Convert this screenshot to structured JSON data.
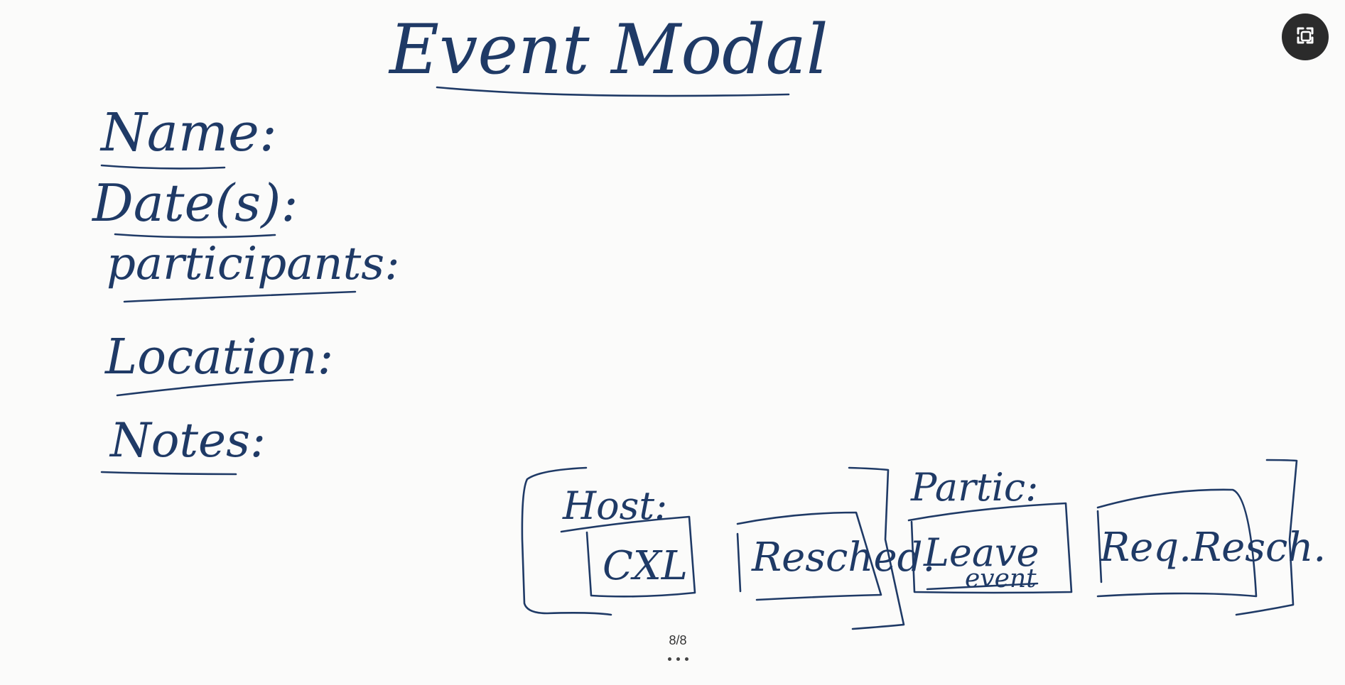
{
  "ink_color": "#1f3a66",
  "background_color": "#fbfbfa",
  "sketch": {
    "title": "Event Modal",
    "fields": {
      "name": "Name:",
      "dates": "Date(s):",
      "participants": "participants:",
      "location": "Location:",
      "notes": "Notes:"
    },
    "host_group": {
      "label": "Host:",
      "buttons": {
        "cancel": "CXL",
        "reschedule": "Resched."
      }
    },
    "participant_group": {
      "label": "Partic:",
      "buttons": {
        "leave_line1": "Leave",
        "leave_line2": "event",
        "request_reschedule": "Req.Resch."
      }
    }
  },
  "viewer": {
    "page_counter": "8/8",
    "exit_fullscreen_icon": "exit-fullscreen-icon",
    "more_icon": "more-options-icon"
  }
}
